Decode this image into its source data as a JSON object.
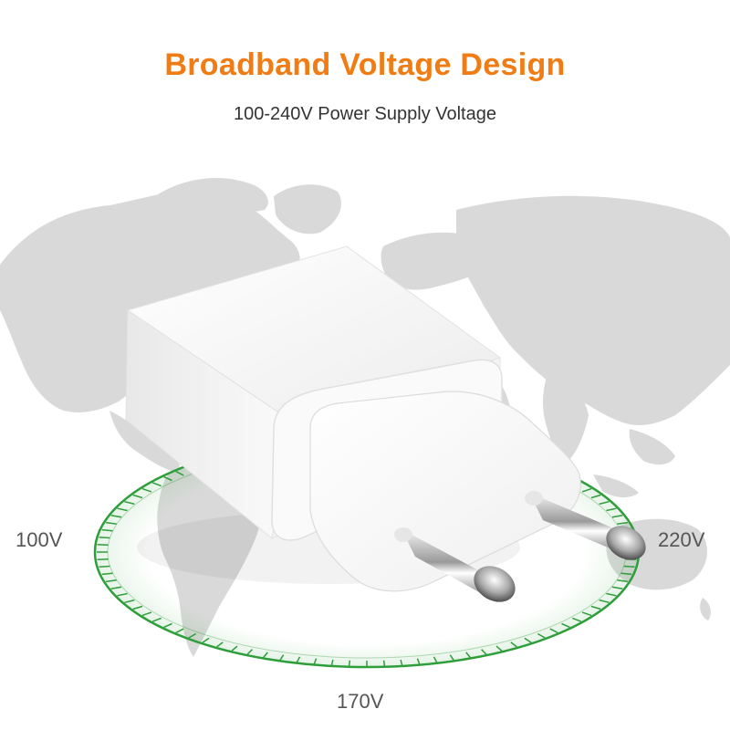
{
  "header": {
    "title": "Broadband Voltage Design",
    "subtitle": "100-240V Power Supply Voltage"
  },
  "voltage_labels": {
    "left": "100V",
    "right": "220V",
    "bottom": "170V"
  },
  "colors": {
    "title": "#f07c13",
    "ring": "#2e9e3a",
    "map": "#d9d9d9",
    "charger": "#f6f6f6"
  }
}
